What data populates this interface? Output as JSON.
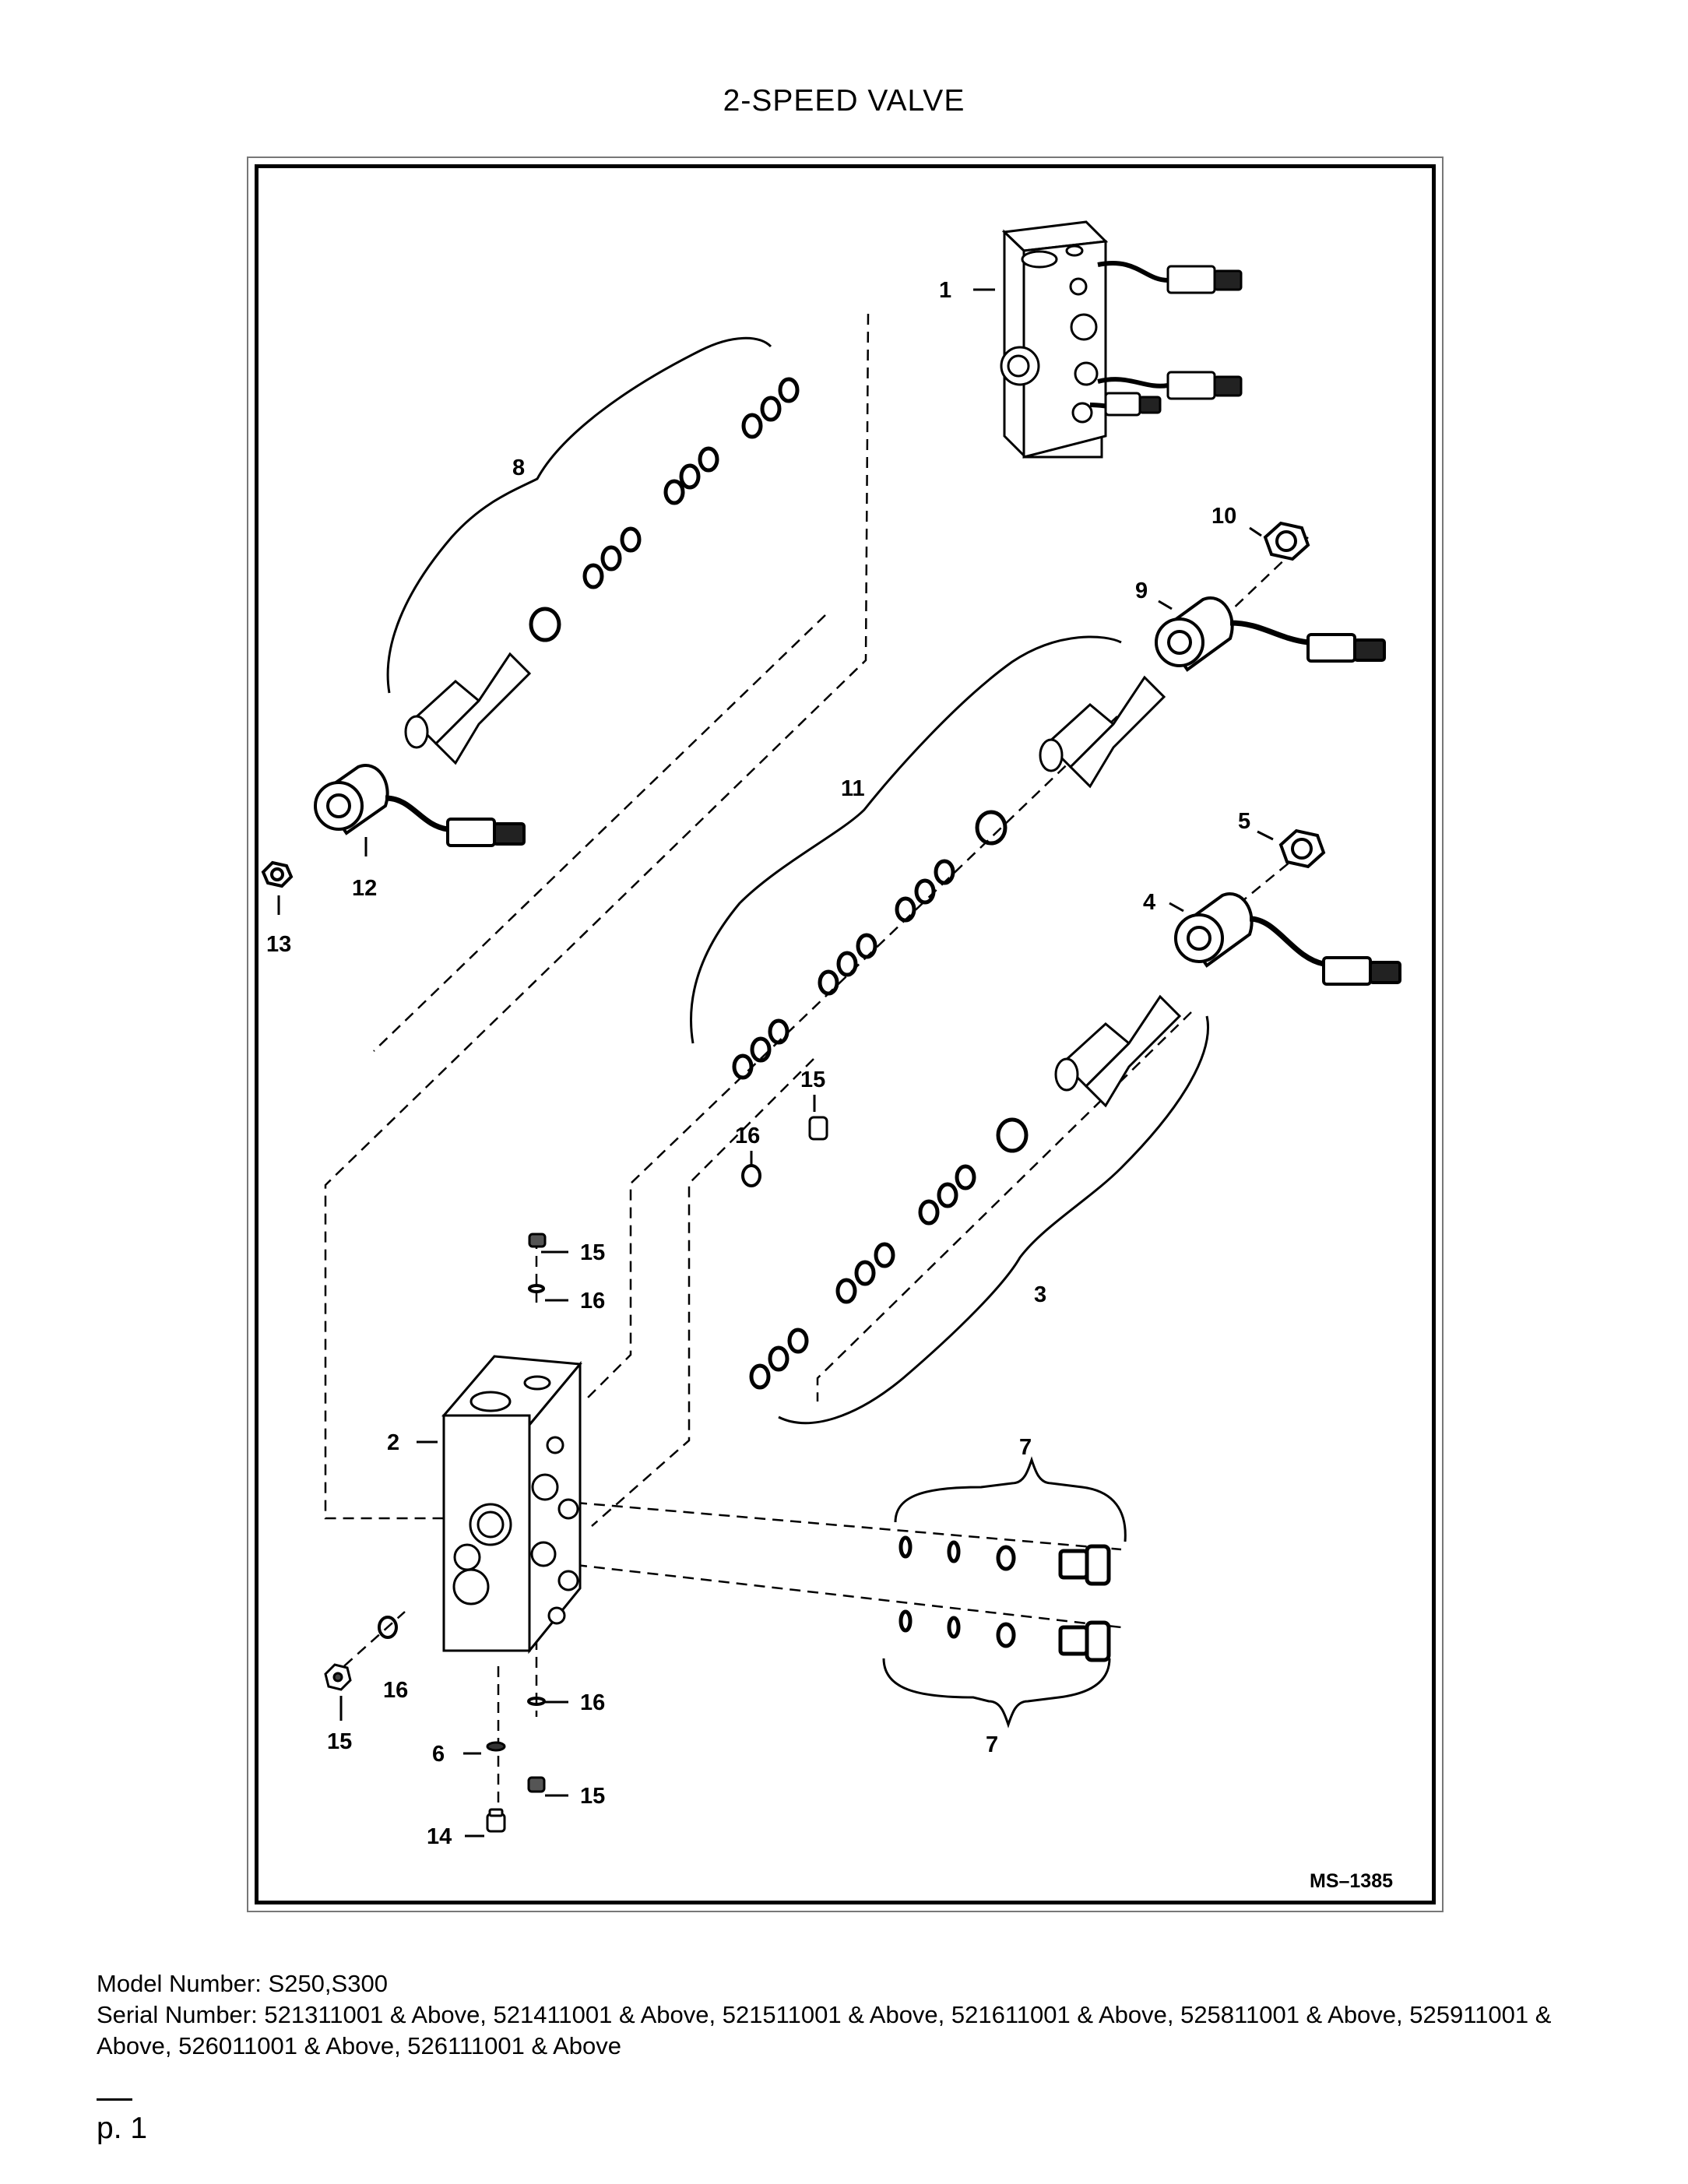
{
  "title": "2-SPEED VALVE",
  "figure_code": "MS–1385",
  "callouts": {
    "c1": "1",
    "c2": "2",
    "c3": "3",
    "c4": "4",
    "c5": "5",
    "c6": "6",
    "c7a": "7",
    "c7b": "7",
    "c8": "8",
    "c9": "9",
    "c10": "10",
    "c11": "11",
    "c12": "12",
    "c13": "13",
    "c14": "14",
    "c15a": "15",
    "c15b": "15",
    "c15c": "15",
    "c15d": "15",
    "c16a": "16",
    "c16b": "16",
    "c16c": "16",
    "c16d": "16"
  },
  "model_line": "Model Number: S250,S300",
  "serial_line": "Serial Number: 521311001 & Above, 521411001 & Above, 521511001 & Above, 521611001 & Above, 525811001 & Above, 525911001 & Above, 526011001 & Above, 526111001 & Above",
  "page": "p. 1"
}
